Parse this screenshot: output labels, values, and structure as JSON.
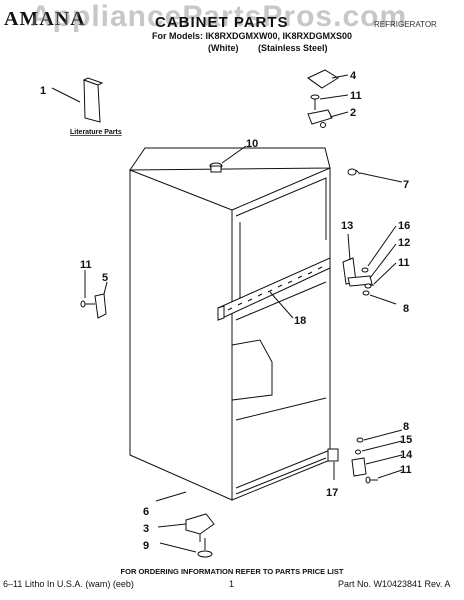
{
  "header": {
    "brand": "AMANA",
    "watermark": "AppliancePartsPros.com",
    "title": "CABINET PARTS",
    "category": "REFRIGERATOR",
    "models": "For Models: IK8RXDGMXW00, IK8RXDGMXS00",
    "variant_white": "(White)",
    "variant_steel": "(Stainless Steel)"
  },
  "callouts": [
    "1",
    "2",
    "3",
    "4",
    "5",
    "6",
    "7",
    "8",
    "8",
    "9",
    "10",
    "11",
    "11",
    "11",
    "11",
    "12",
    "13",
    "14",
    "15",
    "16",
    "17",
    "18"
  ],
  "literature_label": "Literature Parts",
  "footer": {
    "ordering": "FOR ORDERING INFORMATION REFER TO PARTS PRICE LIST",
    "left": "6–11 Litho In U.S.A. (wam) (eeb)",
    "page": "1",
    "right": "Part No. W10423841 Rev. A"
  }
}
